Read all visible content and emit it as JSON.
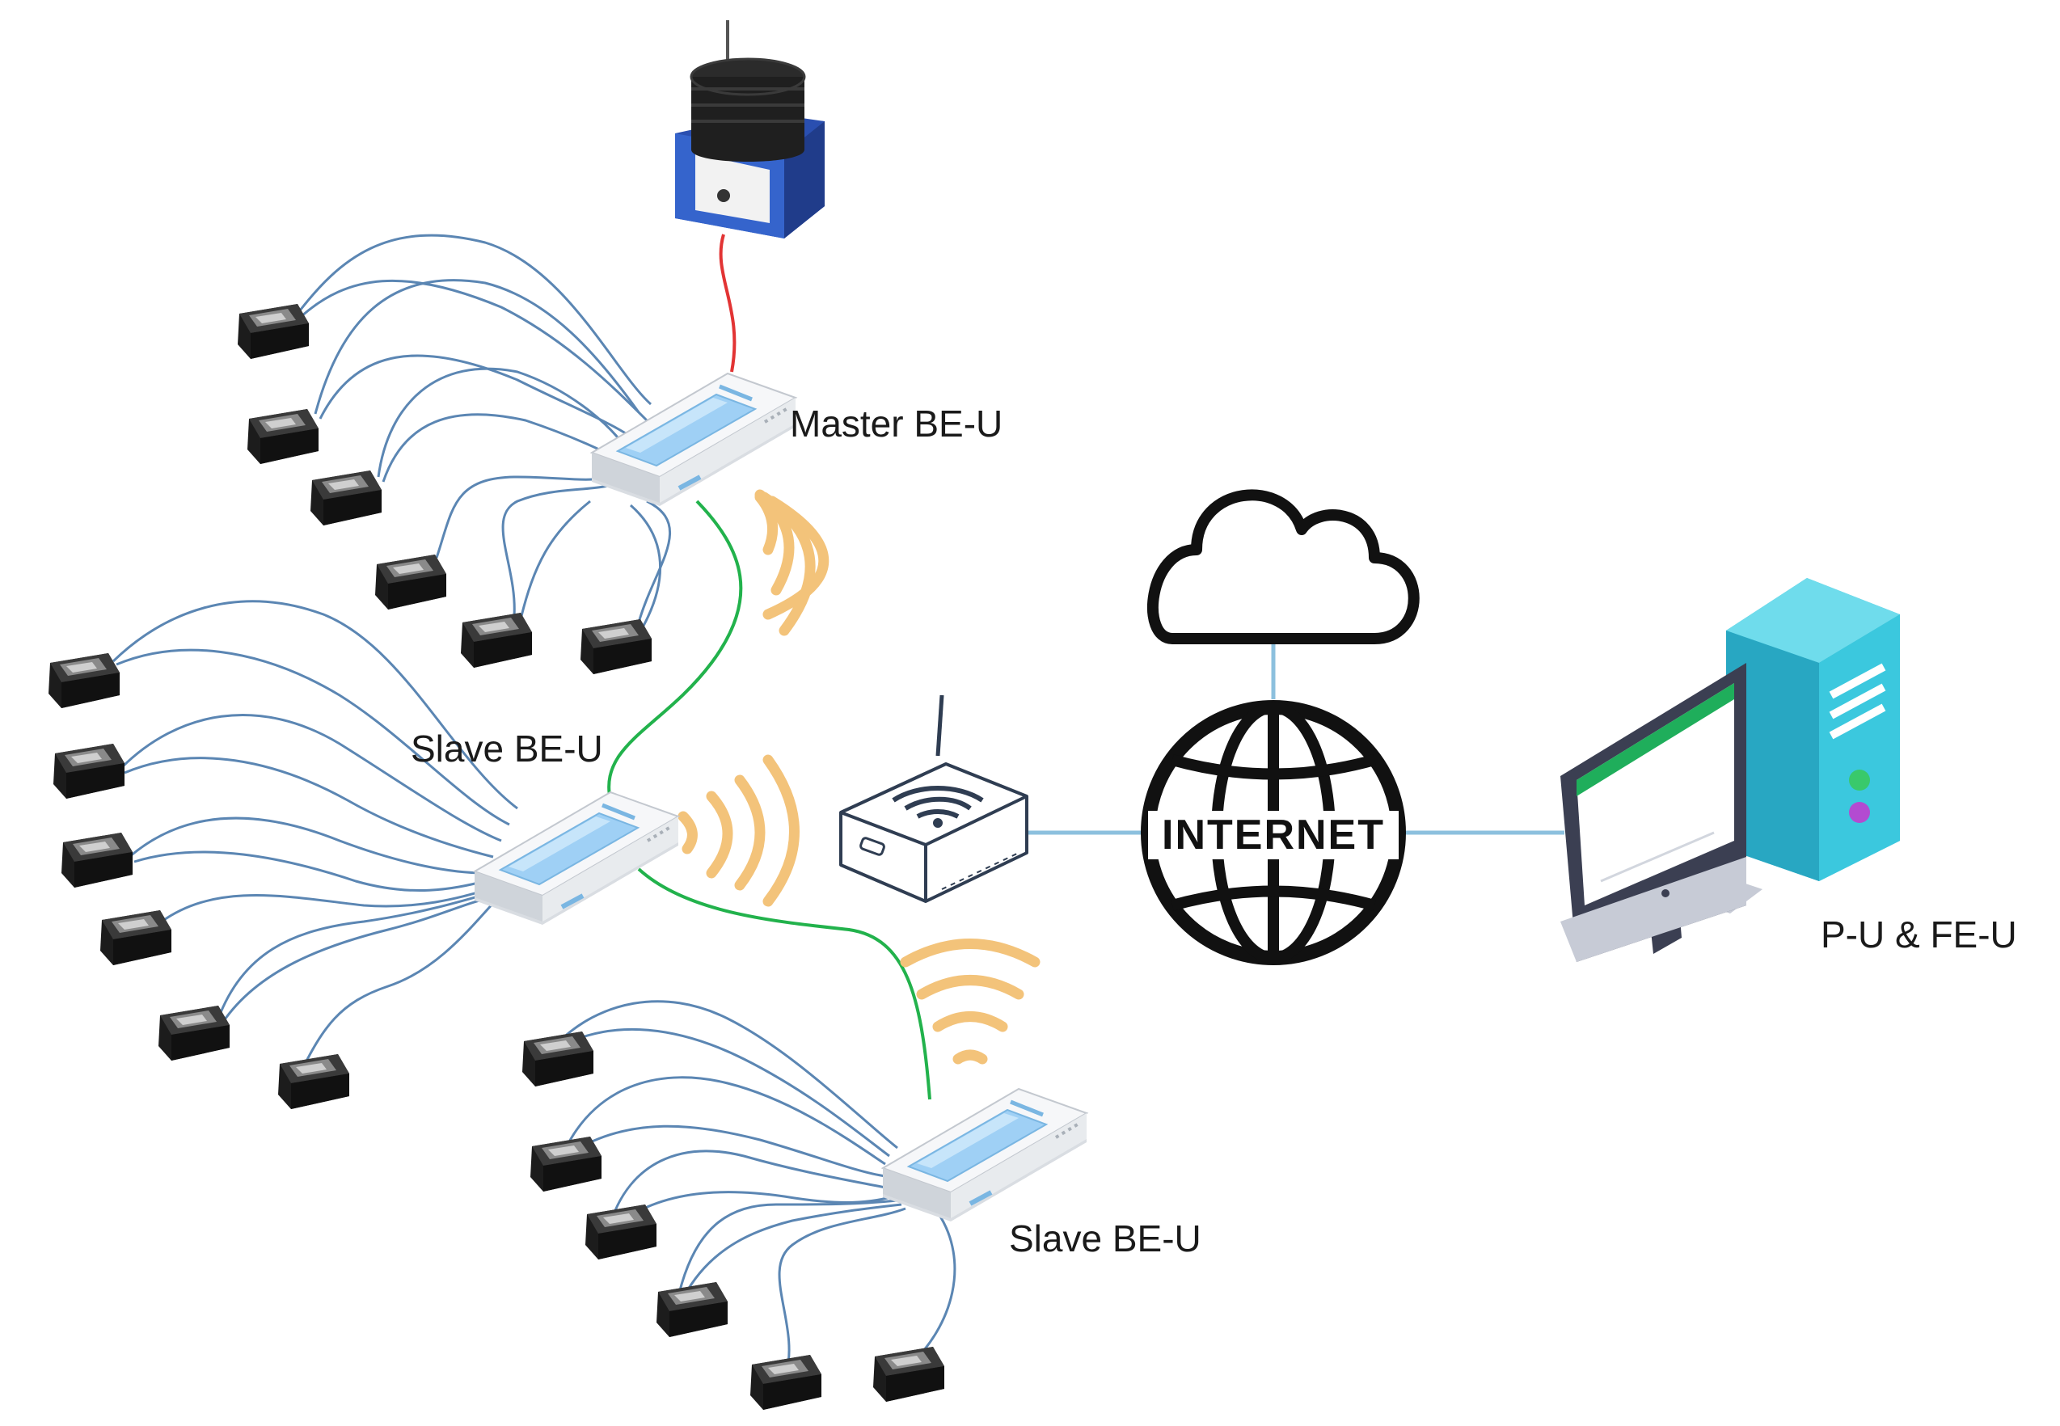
{
  "colors": {
    "sensor_cable": "#5b86b3",
    "mesh_link": "#22b24c",
    "antenna_cable": "#e23434",
    "network_line": "#8cc0de",
    "wireless_waves": "#f3c37a",
    "computer_tower": "#3bc8de",
    "monitor_bezel": "#3b3f52",
    "beu_screen": "#9fd0f5"
  },
  "nodes": {
    "master": {
      "label": "Master BE-U",
      "icon": "be-unit-icon"
    },
    "slave1": {
      "label": "Slave BE-U",
      "icon": "be-unit-icon"
    },
    "slave2": {
      "label": "Slave BE-U",
      "icon": "be-unit-icon"
    },
    "antenna": {
      "icon": "antenna-icon"
    },
    "router": {
      "icon": "wifi-router-icon"
    },
    "cloud": {
      "icon": "cloud-icon"
    },
    "internet": {
      "label": "INTERNET",
      "icon": "globe-icon"
    },
    "computer": {
      "label": "P-U & FE-U",
      "icon": "desktop-computer-icon"
    }
  },
  "sensor_icon": "sensor-node-icon",
  "sensor_counts": {
    "master": 6,
    "slave1": 6,
    "slave2": 6
  }
}
